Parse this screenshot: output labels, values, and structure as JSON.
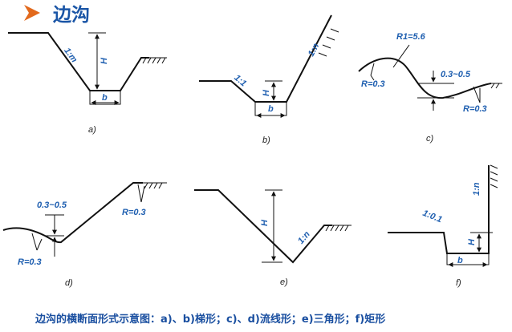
{
  "header": {
    "title": "边沟"
  },
  "caption": "边沟的横断面形式示意图：a)、b)梯形；c)、d)流线形；e)三角形；f)矩形",
  "colors": {
    "label": "#1f5fb0",
    "title": "#1a55a6",
    "arrow": "#e2691c"
  },
  "figures": {
    "a": {
      "id": "a)",
      "slope": "1:m",
      "height": "H",
      "width": "b"
    },
    "b": {
      "id": "b)",
      "slope_left": "1:1",
      "slope_right": "1:n",
      "height": "H",
      "width": "b"
    },
    "c": {
      "id": "c)",
      "r_big": "R1=5.6",
      "r_left": "R=0.3",
      "r_right": "R=0.3",
      "depth": "0.3~0.5"
    },
    "d": {
      "id": "d)",
      "depth": "0.3~0.5",
      "r_left": "R=0.3",
      "r_right": "R=0.3"
    },
    "e": {
      "id": "e)",
      "height": "H",
      "slope": "1:n"
    },
    "f": {
      "id": "f)",
      "slope_top": "1:n",
      "slope_left": "1:0.1",
      "height": "H",
      "width": "b"
    }
  }
}
